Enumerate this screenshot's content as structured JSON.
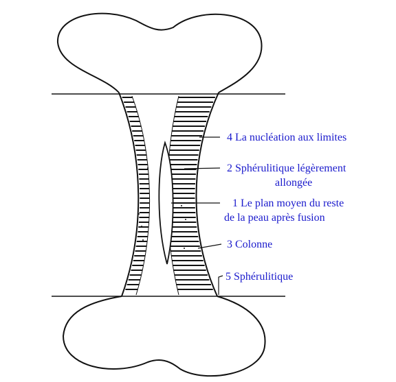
{
  "diagram": {
    "labels": [
      {
        "id": "label-4",
        "text": "4  La nucléation aux limites"
      },
      {
        "id": "label-2",
        "line1": "2  Sphérulitique légèrement",
        "line2": "allongée"
      },
      {
        "id": "label-1",
        "line1": "1  Le plan moyen du reste",
        "line2": "de la peau après fusion"
      },
      {
        "id": "label-3",
        "text": "3  Colonne"
      },
      {
        "id": "label-5",
        "text": "5  Sphérulitique"
      }
    ]
  },
  "colors": {
    "line": "#111111",
    "label": "#1a1acc",
    "background": "#ffffff"
  }
}
